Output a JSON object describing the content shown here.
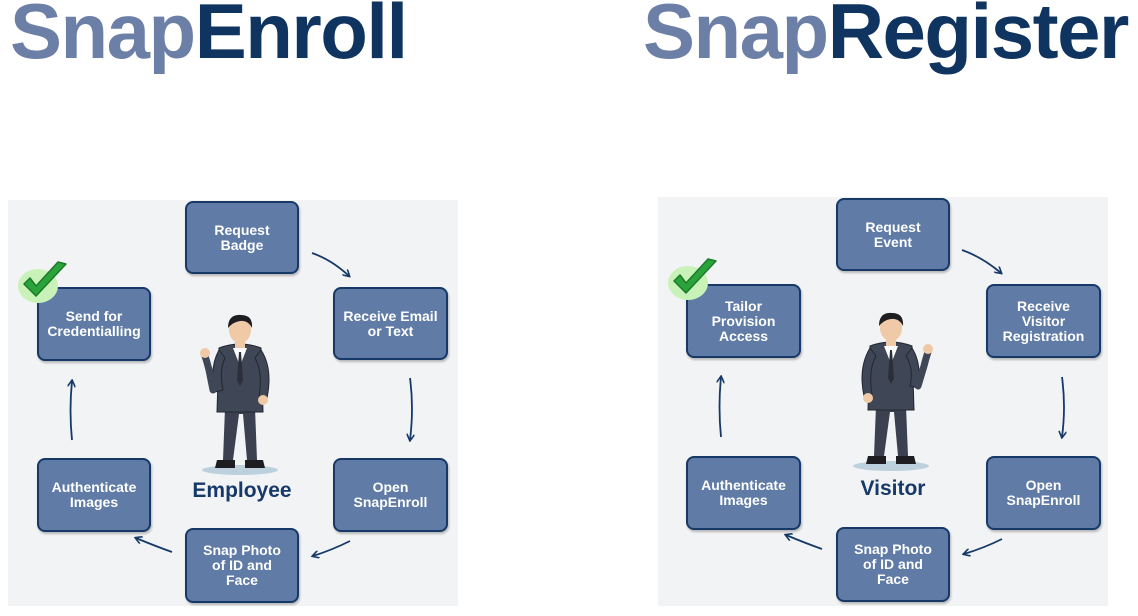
{
  "left": {
    "title_light": "Snap",
    "title_dark": "Enroll",
    "role": "Employee",
    "steps": [
      "Request\nBadge",
      "Receive Email\nor Text",
      "Open\nSnapEnroll",
      "Snap Photo\nof ID and\nFace",
      "Authenticate\nImages",
      "Send for\nCredentialling"
    ]
  },
  "right": {
    "title_light": "Snap",
    "title_dark": "Register",
    "role": "Visitor",
    "steps": [
      "Request\nEvent",
      "Receive\nVisitor\nRegistration",
      "Open\nSnapEnroll",
      "Snap Photo\nof ID and\nFace",
      "Authenticate\nImages",
      "Tailor\nProvision\nAccess"
    ]
  },
  "colors": {
    "box_fill": "#5f7ba6",
    "box_border": "#163968",
    "title_light": "#6c7fa7",
    "title_dark": "#0f3460",
    "check": "#2aa43a"
  },
  "icons": {
    "completed": "checkmark-icon",
    "person": "businessman-figure"
  }
}
